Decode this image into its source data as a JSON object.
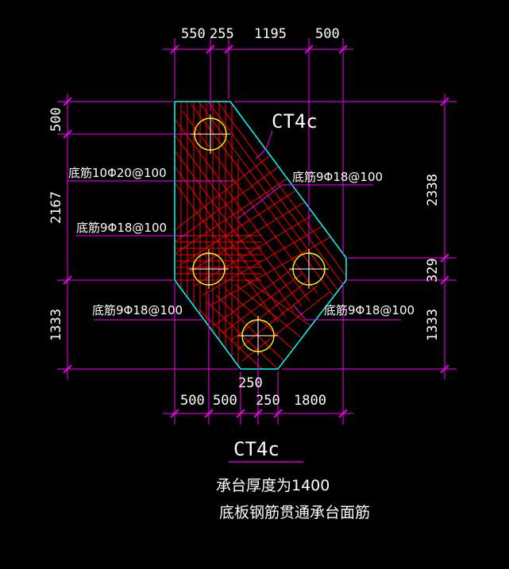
{
  "drawing": {
    "label_on_plan": "CT4c",
    "title": "CT4c",
    "note_line1": "承台厚度为1400",
    "note_line2": "底板钢筋贯通承台面筋"
  },
  "top_dimensions": [
    "550",
    "255",
    "1195",
    "500"
  ],
  "bottom_dimensions": [
    "500",
    "500",
    "250",
    "1800"
  ],
  "bottom_extra_dimension": "250",
  "left_dimensions": [
    "500",
    "2167",
    "1333"
  ],
  "right_dimensions": [
    "2338",
    "329",
    "1333"
  ],
  "rebar_notes": {
    "a": "底筋10Φ20@100",
    "b": "底筋9Φ18@100",
    "c": "底筋9Φ18@100",
    "d": "底筋9Φ18@100",
    "e": "底筋9Φ18@100"
  },
  "colors": {
    "background": "#000000",
    "dimension_lines": "#ff00ff",
    "outline": "#00ffff",
    "rebar": "#ff0000",
    "pile": "#ffff00",
    "text": "#ffffff"
  }
}
